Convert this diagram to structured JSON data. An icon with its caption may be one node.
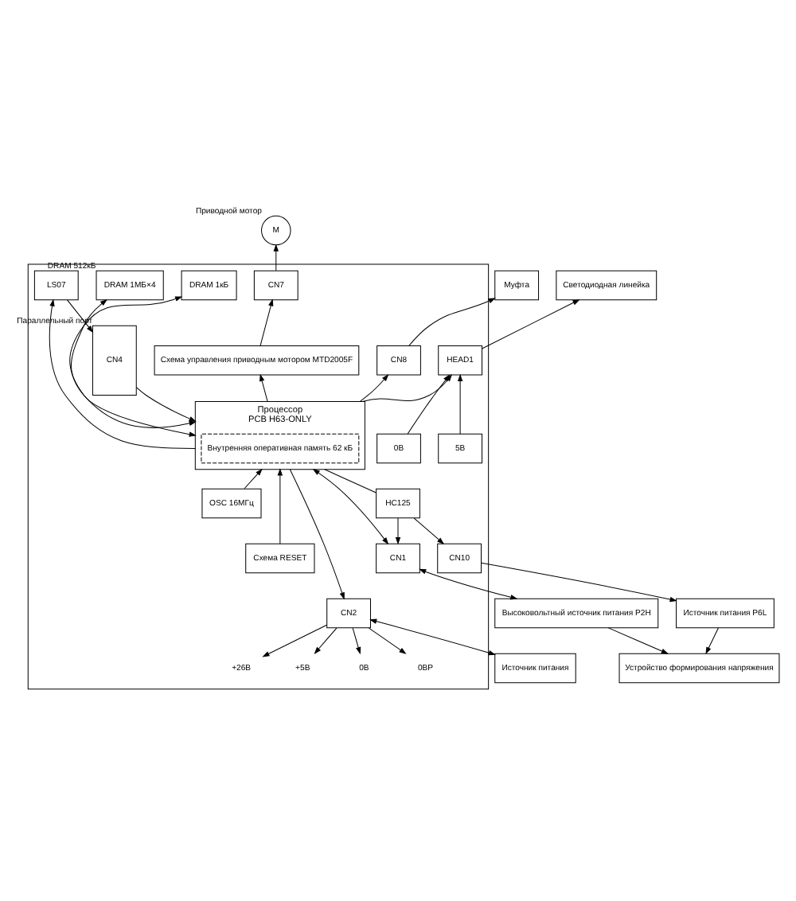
{
  "diagram": {
    "nodes": [
      {
        "text": [],
        "shape": "box"
      },
      {
        "text": [
          "Муфта"
        ]
      },
      {
        "text": [
          "Светодиодная линейка"
        ]
      },
      {
        "text": [
          "M"
        ],
        "beside": [
          "Приводной мотор"
        ]
      },
      {
        "text": [
          "CN8"
        ],
        "in": 0
      },
      {
        "text": [
          "HEAD1"
        ],
        "in": 0
      },
      {
        "text": [
          "CN7"
        ],
        "in": 0
      },
      {
        "text": [
          "5В"
        ],
        "in": 0
      },
      {
        "text": [
          "0В"
        ],
        "in": 0
      },
      {
        "text": [
          "Схема управления приводным мотором MTD2005F"
        ],
        "in": 0
      },
      {
        "text": [
          "DRAM 1кБ"
        ],
        "in": 0
      },
      {
        "text": [
          "CN4"
        ],
        "in": 0,
        "beside": [
          "Параллельный порт"
        ]
      },
      {
        "text": [
          "Процессор",
          "PCB H63-ONLY"
        ],
        "in": 0
      },
      {
        "text": [
          "Внутренняя оперативная память 62 кБ"
        ],
        "in": 12
      },
      {
        "text": [
          "DRAM 1МБ×4"
        ],
        "in": 0,
        "beside": [
          "DRAM 512кБ"
        ]
      },
      {
        "text": [
          "LS07"
        ],
        "in": 0
      },
      {
        "text": [
          "OSC 16МГц"
        ],
        "in": 0
      },
      {
        "text": [
          "Схема RESET"
        ],
        "in": 0
      },
      {
        "text": [
          "HC125"
        ],
        "in": 0
      },
      {
        "text": [
          "CN2"
        ],
        "in": 0
      },
      {
        "text": [
          "CN1"
        ],
        "in": 0
      },
      {
        "text": [
          "CN10"
        ],
        "in": 0
      },
      {
        "text": [
          "Источник питания"
        ]
      },
      {
        "text": [
          "Высоковольтный источник питания P2H"
        ]
      },
      {
        "text": [
          "Источник питания P6L"
        ]
      },
      {
        "text": [
          "Устройство формирования напряжения"
        ]
      },
      {
        "text": [
          "+26В"
        ],
        "in": 0
      },
      {
        "text": [
          "+5В"
        ],
        "in": 0
      },
      {
        "text": [
          "0В"
        ],
        "in": 0
      },
      {
        "text": [
          "0ВР"
        ],
        "in": 0
      }
    ],
    "edges": [
      {
        "from": 4,
        "to": 1,
        "arrow": "to"
      },
      {
        "from": 5,
        "to": 2,
        "arrow": "to"
      },
      {
        "from": 6,
        "to": 3,
        "arrow": "to"
      },
      {
        "from": 12,
        "to": 4,
        "arrow": "to"
      },
      {
        "from": 12,
        "to": 5,
        "arrow": "to"
      },
      {
        "from": 7,
        "to": 5,
        "arrow": "to"
      },
      {
        "from": 8,
        "to": 5,
        "arrow": "to"
      },
      {
        "from": 9,
        "to": 6,
        "arrow": "to"
      },
      {
        "from": 12,
        "to": 9,
        "arrow": "to"
      },
      {
        "from": 12,
        "to": 10,
        "arrow": "both"
      },
      {
        "from": 11,
        "to": 12,
        "arrow": "to"
      },
      {
        "from": 12,
        "to": 15,
        "arrow": "to"
      },
      {
        "from": 15,
        "to": 11,
        "arrow": "to"
      },
      {
        "from": 12,
        "to": 14,
        "arrow": "both"
      },
      {
        "from": 16,
        "to": 12,
        "arrow": "to"
      },
      {
        "from": 17,
        "to": 12,
        "arrow": "to"
      },
      {
        "from": 12,
        "to": 19,
        "arrow": "to"
      },
      {
        "from": 12,
        "to": 20,
        "arrow": "both"
      },
      {
        "from": 12,
        "to": 18,
        "arrow": "none"
      },
      {
        "from": 18,
        "to": 20,
        "arrow": "to"
      },
      {
        "from": 18,
        "to": 21,
        "arrow": "to"
      },
      {
        "from": 19,
        "to": 26,
        "arrow": "to"
      },
      {
        "from": 19,
        "to": 27,
        "arrow": "to"
      },
      {
        "from": 19,
        "to": 28,
        "arrow": "to"
      },
      {
        "from": 19,
        "to": 29,
        "arrow": "to"
      },
      {
        "from": 19,
        "to": 22,
        "arrow": "both"
      },
      {
        "from": 20,
        "to": 23,
        "arrow": "both"
      },
      {
        "from": 21,
        "to": 24,
        "arrow": "to"
      },
      {
        "from": 23,
        "to": 25,
        "arrow": "to"
      },
      {
        "from": 24,
        "to": 25,
        "arrow": "to"
      }
    ]
  }
}
